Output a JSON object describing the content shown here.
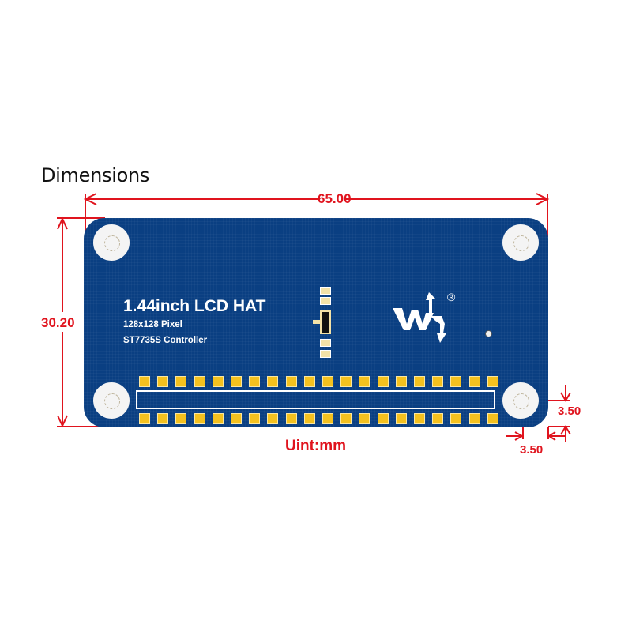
{
  "title": "Dimensions",
  "board": {
    "name": "1.44inch LCD HAT",
    "resolution": "128x128 Pixel",
    "controller": "ST7735S Controller",
    "logo": "waveshare-logo",
    "registered_mark": "®",
    "color": "#0a3f82",
    "pad_color": "#f4c11f",
    "header_pins_per_row": 20,
    "header_rows": 2,
    "mounting_holes": 4
  },
  "dimensions": {
    "width": "65.00",
    "height": "30.20",
    "hole_offset_x": "3.50",
    "hole_offset_y": "3.50",
    "unit_label": "Uint:mm",
    "line_color": "#e0141e"
  }
}
